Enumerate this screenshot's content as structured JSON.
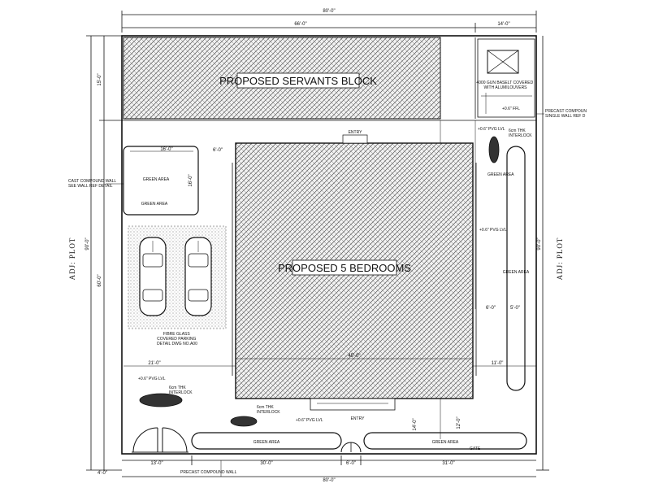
{
  "labels": {
    "servants_block": "PROPOSED SERVANTS BLOCK",
    "main_block": "PROPOSED 5 BEDROOMS",
    "adj_plot_left": "ADJ: PLOT",
    "adj_plot_right": "ADJ: PLOT",
    "wash_area": "4000 GUN BASELT COVERED\nWITH ALUMILOUVERS",
    "precast_right": "PRECAST COMPOUN\nSINGLE WALL REF D",
    "cast_compound": "CAST COMPOUND WALL\nSEE WALL REF DETAIL",
    "fibre_glass": "FIBRE GLASS\nCOVERED PARKING\nDETAIL DWG NO.A00",
    "precast_bottom": "PRECAST COMPOUND WALL",
    "green_area_1": "GREEN AREA",
    "green_area_2": "GREEN AREA",
    "green_area_3": "GREEN AREA",
    "green_area_4": "GREEN AREA",
    "green_area_5": "GREEN AREA",
    "green_area_6": "GREEN AREA",
    "interlock_1": "6cm THK\nINTERLOCK",
    "interlock_2": "6cm THK\nINTERLOCK",
    "interlock_3": "6cm THK\nINTERLOCK",
    "level_1": "+0.6\" PVG LVL",
    "level_2": "+0.6\" PVG LVL",
    "level_3": "+0.6\" PVG LVL",
    "level_4": "+0.6\" PVG LVL",
    "level_5": "+0.6\" FFL",
    "entry_top": "ENTRY",
    "entry_bottom": "ENTRY",
    "gate": "GATE"
  },
  "dimensions": {
    "top_overall": "80'-0\"",
    "top_left": "66'-0\"",
    "top_right": "14'-0\"",
    "left_top": "15'-0\"",
    "left_mid": "60'-0\"",
    "left_overall": "90'-0\"",
    "right_overall": "90'-0\"",
    "garden_w": "16'-0\"",
    "garden_h": "16'-0\"",
    "setback_top": "6'-0\"",
    "setback_left": "21'-0\"",
    "house_w": "45'-0\"",
    "setback_right": "11'-0\"",
    "right_gap": "6'-0\"",
    "right_gap_2": "5'-0\"",
    "bottom_left": "13'-0\"",
    "bottom_mid": "30'-0\"",
    "bottom_gate": "6'-0\"",
    "bottom_right": "31'-0\"",
    "bottom_overall": "80'-0\"",
    "bottom_edge": "4'-0\"",
    "front_setback": "14'-0\"",
    "front_setback_2": "12'-0\""
  }
}
